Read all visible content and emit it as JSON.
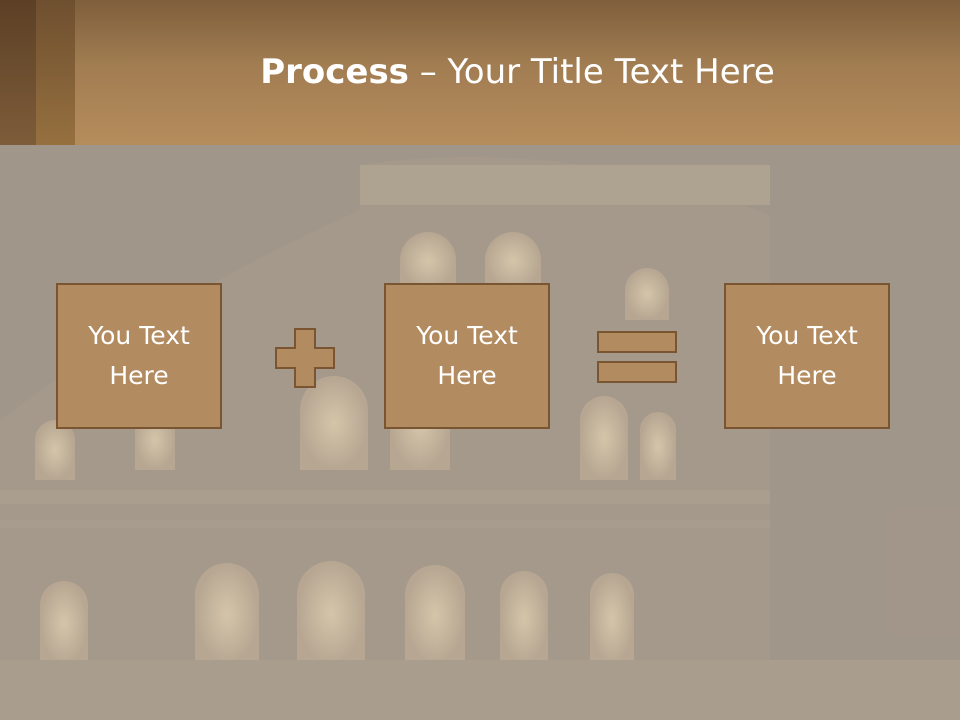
{
  "slide": {
    "title_bold": "Process",
    "title_rest": " – Your Title Text Here",
    "boxes": [
      {
        "text": "You Text Here"
      },
      {
        "text": "You Text Here"
      },
      {
        "text": "You Text Here"
      }
    ],
    "operators": [
      "plus-icon",
      "equals-icon"
    ],
    "colors": {
      "title_band": "#b58c5c",
      "box_fill": "#b38b60",
      "box_border": "#7a5532",
      "background": "#c6bcae"
    }
  }
}
